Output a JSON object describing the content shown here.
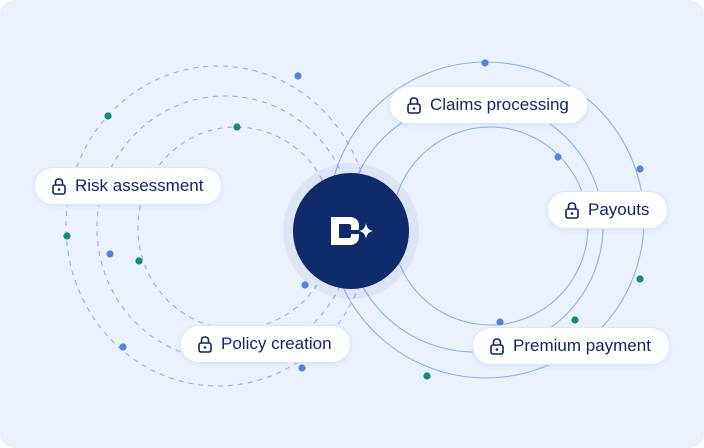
{
  "labels": {
    "claims": "Claims processing",
    "risk": "Risk assessment",
    "payouts": "Payouts",
    "policy": "Policy creation",
    "premium": "Premium payment"
  },
  "icons": {
    "pill_icon": "lock-icon",
    "hub_icon": "logo-icon"
  },
  "colors": {
    "background": "#eaf1fd",
    "hub": "#0f2a6b",
    "text": "#14245c",
    "dot_blue": "#5b82d6",
    "dot_green": "#1b8a6b",
    "orbit_line": "#8fb4e6"
  }
}
